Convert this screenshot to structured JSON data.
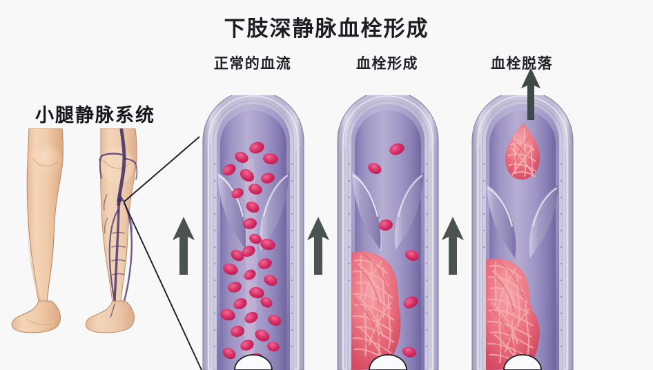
{
  "title": "下肢深静脉血栓形成",
  "leg_panel": {
    "label": "小腿静脉系统",
    "legs": [
      {
        "name": "leg-surface",
        "description": "小腿外观"
      },
      {
        "name": "leg-venous-network",
        "description": "小腿静脉血管网"
      }
    ]
  },
  "columns": [
    {
      "id": "normal",
      "label": "正常的血流",
      "stage": "normal-flow",
      "description": "红细胞自由通过静脉瓣膜向上流动",
      "has_thrombus": false,
      "has_embolus": false,
      "flow_arrow": true
    },
    {
      "id": "forming",
      "label": "血栓形成",
      "stage": "thrombus-formation",
      "description": "瓣膜下方管壁形成纤维蛋白血栓,血流部分受阻",
      "has_thrombus": true,
      "has_embolus": false,
      "flow_arrow": true
    },
    {
      "id": "embolus",
      "label": "血栓脱落",
      "stage": "thrombus-embolization",
      "description": "血栓增大并有碎块脱落随血流向上移行",
      "has_thrombus": true,
      "has_embolus": true,
      "flow_arrow": true
    }
  ],
  "colors": {
    "background": "#f8f8f9",
    "title_text": "#1c1c22",
    "vessel_wall": "#b5b3cc",
    "vessel_lumen": "#8f86b8",
    "vessel_lumen_light": "#b3aad2",
    "red_blood_cell": "#d8336a",
    "red_blood_cell_light": "#e9557f",
    "thrombus_fiber": "#ef8d96",
    "thrombus_base": "#e4636f",
    "arrow": "#4a5350",
    "leader_line": "#1b1b26",
    "skin": "#eec6a4",
    "skin_shade": "#d9a880",
    "vein_dark": "#45306b"
  }
}
